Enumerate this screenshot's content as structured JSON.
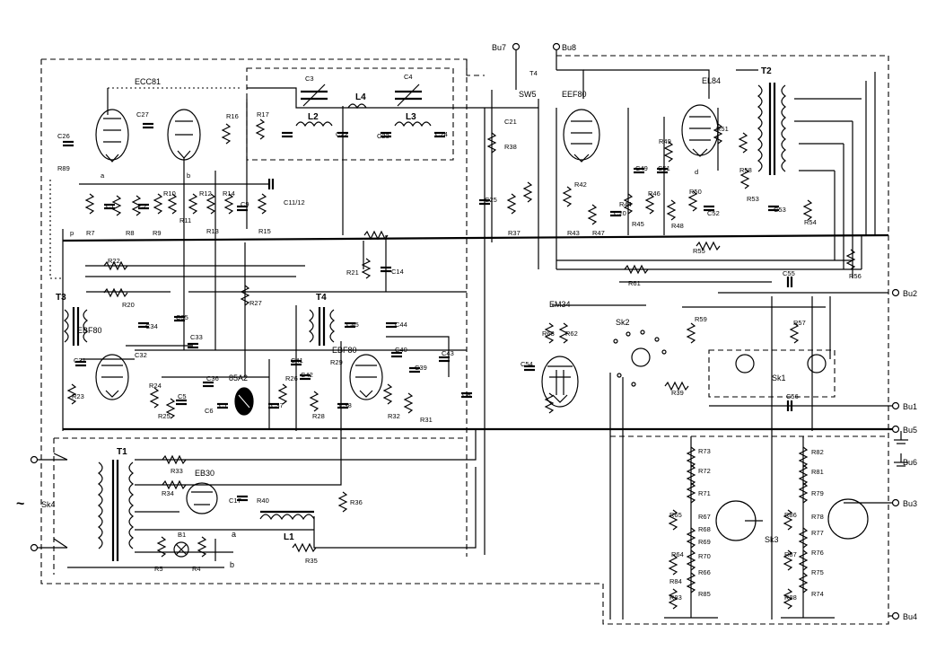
{
  "tubes": {
    "ecc81": "ECC81",
    "eef80": "EEF80",
    "el84": "EL84",
    "ebf80_a": "EBF80",
    "ebf80_b": "EBF80",
    "em34": "EM34",
    "eb30": "EB30",
    "85a2": "85A2"
  },
  "transformers": {
    "t1": "T1",
    "t2": "T2",
    "t3": "T3",
    "t4": "T4"
  },
  "inductors": {
    "l1": "L1",
    "l2": "L2",
    "l3": "L3",
    "l4": "L4"
  },
  "capacitors": {
    "c3": "C3",
    "c4": "C4",
    "c5": "C5",
    "c6": "C6",
    "c7": "C7",
    "c8": "C8",
    "c9": "C9",
    "c11_12": "C11/12",
    "c14": "C14",
    "c17": "C17",
    "c20": "C20",
    "c21": "C21",
    "c22": "C22",
    "c23": "C23",
    "c24": "C24",
    "c25": "C25",
    "c26": "C26",
    "c27": "C27",
    "c31": "C31",
    "c32": "C32",
    "c33": "C33",
    "c34": "C34",
    "c35": "C35",
    "c36": "C36",
    "c37": "C37",
    "c38": "C38",
    "c39": "C39",
    "c40": "C40",
    "c41": "C41",
    "c42": "C42",
    "c43": "C43",
    "c44": "C44",
    "c45": "C45",
    "c49": "C49",
    "c51": "C51",
    "c52": "C52",
    "c53": "C53",
    "c54": "C54",
    "c55": "C55",
    "c56": "C56",
    "c1": "C1",
    "c2": "C2"
  },
  "resistors": {
    "r4": "R4",
    "r5": "R5",
    "r7": "R7",
    "r8": "R8",
    "r9": "R9",
    "r10": "R10",
    "r11": "R11",
    "r12": "R12",
    "r13": "R13",
    "r14": "R14",
    "r15": "R15",
    "r16": "R16",
    "r17": "R17",
    "r20": "R20",
    "r21": "R21",
    "r22": "R22",
    "r23": "R23",
    "r24": "R24",
    "r25": "R25",
    "r26": "R26",
    "r27": "R27",
    "r28": "R28",
    "r29": "R29",
    "r31": "R31",
    "r32": "R32",
    "r33": "R33",
    "r34": "R34",
    "r35": "R35",
    "r36": "R36",
    "r37": "R37",
    "r38": "R38",
    "r39": "R39",
    "r40": "R40",
    "r42": "R42",
    "r43": "R43",
    "r44": "R44",
    "r45": "R45",
    "r46": "R46",
    "r47": "R47",
    "r48": "R48",
    "r49": "R49",
    "r50": "R50",
    "r51": "R51",
    "r53": "R53",
    "r54": "R54",
    "r55": "R55",
    "r56": "R56",
    "r57": "R57",
    "r58": "R58",
    "r59": "R59",
    "r61": "R61",
    "r62": "R62",
    "r63": "R63",
    "r64": "R64",
    "r65": "R65",
    "r66": "R66",
    "r67": "R67",
    "r68": "R68",
    "r69": "R69",
    "r70": "R70",
    "r71": "R71",
    "r72": "R72",
    "r73": "R73",
    "r74": "R74",
    "r75": "R75",
    "r76": "R76",
    "r77": "R77",
    "r78": "R78",
    "r79": "R79",
    "r81": "R81",
    "r82": "R82",
    "r83": "R83",
    "r84": "R84",
    "r85": "R85",
    "r86": "R86",
    "r87": "R87",
    "r88": "R88",
    "r89": "R89"
  },
  "switches": {
    "sk1": "Sk1",
    "sk2": "Sk2",
    "sk3": "Sk3",
    "sk4": "Sk4",
    "sw5": "SW5",
    "t4_sw": "T4"
  },
  "terminals": {
    "bu1": "Bu1",
    "bu2": "Bu2",
    "bu3": "Bu3",
    "bu4": "Bu4",
    "bu5": "Bu5",
    "bu6": "Bu6",
    "bu7": "Bu7",
    "bu8": "Bu8"
  },
  "misc": {
    "b1": "B1",
    "ac_symbol": "~",
    "node_a": "a",
    "node_b": "b",
    "node_b2": "b",
    "pin_a": "a",
    "pin_b": "b",
    "pin_d": "d",
    "pin_p": "p"
  }
}
